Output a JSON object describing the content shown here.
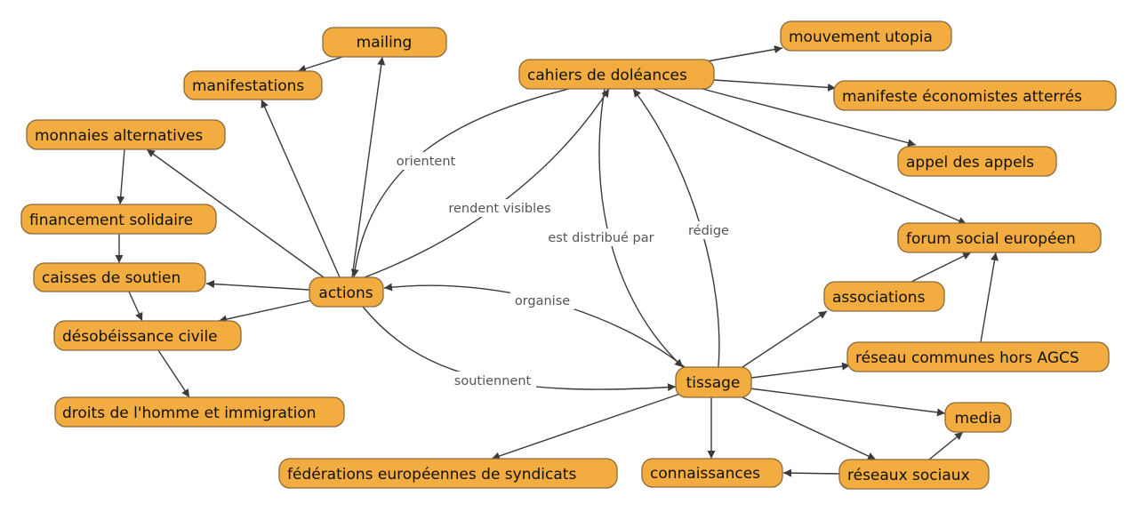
{
  "colors": {
    "node_fill": "#f2ac3f",
    "node_stroke": "#8a6a3a",
    "edge": "#3a3a3a",
    "label": "#555555"
  },
  "nodes": [
    {
      "id": "mailing",
      "label": "mailing"
    },
    {
      "id": "manifestations",
      "label": "manifestations"
    },
    {
      "id": "monnaies",
      "label": "monnaies alternatives"
    },
    {
      "id": "financement",
      "label": "financement solidaire"
    },
    {
      "id": "caisses",
      "label": "caisses de soutien"
    },
    {
      "id": "actions",
      "label": "actions"
    },
    {
      "id": "desobeissance",
      "label": "désobéissance civile"
    },
    {
      "id": "droits",
      "label": "droits de l'homme et immigration"
    },
    {
      "id": "federations",
      "label": "fédérations européennes de syndicats"
    },
    {
      "id": "cahiers",
      "label": "cahiers de doléances"
    },
    {
      "id": "utopia",
      "label": "mouvement utopia"
    },
    {
      "id": "manifeste",
      "label": "manifeste économistes atterrés"
    },
    {
      "id": "appel",
      "label": "appel des appels"
    },
    {
      "id": "forum",
      "label": "forum social européen"
    },
    {
      "id": "associations",
      "label": "associations"
    },
    {
      "id": "reseau_communes",
      "label": "réseau communes hors AGCS"
    },
    {
      "id": "tissage",
      "label": "tissage"
    },
    {
      "id": "media",
      "label": "media"
    },
    {
      "id": "connaissances",
      "label": "connaissances"
    },
    {
      "id": "reseaux_sociaux",
      "label": "réseaux sociaux"
    }
  ],
  "edges": [
    {
      "id": "e1",
      "from": "actions",
      "to": "mailing",
      "label": ""
    },
    {
      "id": "e2",
      "from": "mailing",
      "to": "manifestations",
      "label": ""
    },
    {
      "id": "e3",
      "from": "actions",
      "to": "manifestations",
      "label": ""
    },
    {
      "id": "e4",
      "from": "actions",
      "to": "monnaies",
      "label": ""
    },
    {
      "id": "e5",
      "from": "monnaies",
      "to": "financement",
      "label": ""
    },
    {
      "id": "e6",
      "from": "financement",
      "to": "caisses",
      "label": ""
    },
    {
      "id": "e7",
      "from": "actions",
      "to": "caisses",
      "label": ""
    },
    {
      "id": "e8",
      "from": "caisses",
      "to": "desobeissance",
      "label": ""
    },
    {
      "id": "e9",
      "from": "actions",
      "to": "desobeissance",
      "label": ""
    },
    {
      "id": "e10",
      "from": "desobeissance",
      "to": "droits",
      "label": ""
    },
    {
      "id": "e11",
      "from": "cahiers",
      "to": "actions",
      "label": "orientent"
    },
    {
      "id": "e12",
      "from": "actions",
      "to": "cahiers",
      "label": "rendent visibles"
    },
    {
      "id": "e13",
      "from": "tissage",
      "to": "actions",
      "label": "organise"
    },
    {
      "id": "e14",
      "from": "actions",
      "to": "tissage",
      "label": "soutiennent"
    },
    {
      "id": "e15",
      "from": "cahiers",
      "to": "tissage",
      "label": "est distribué par"
    },
    {
      "id": "e16",
      "from": "tissage",
      "to": "cahiers",
      "label": "rédige"
    },
    {
      "id": "e17",
      "from": "cahiers",
      "to": "utopia",
      "label": ""
    },
    {
      "id": "e18",
      "from": "cahiers",
      "to": "manifeste",
      "label": ""
    },
    {
      "id": "e19",
      "from": "cahiers",
      "to": "appel",
      "label": ""
    },
    {
      "id": "e20",
      "from": "cahiers",
      "to": "forum",
      "label": ""
    },
    {
      "id": "e21",
      "from": "tissage",
      "to": "associations",
      "label": ""
    },
    {
      "id": "e22",
      "from": "associations",
      "to": "forum",
      "label": ""
    },
    {
      "id": "e23",
      "from": "tissage",
      "to": "reseau_communes",
      "label": ""
    },
    {
      "id": "e24",
      "from": "reseau_communes",
      "to": "forum",
      "label": ""
    },
    {
      "id": "e25",
      "from": "tissage",
      "to": "media",
      "label": ""
    },
    {
      "id": "e26",
      "from": "tissage",
      "to": "reseaux_sociaux",
      "label": ""
    },
    {
      "id": "e27",
      "from": "reseaux_sociaux",
      "to": "media",
      "label": ""
    },
    {
      "id": "e28",
      "from": "reseaux_sociaux",
      "to": "connaissances",
      "label": ""
    },
    {
      "id": "e29",
      "from": "tissage",
      "to": "connaissances",
      "label": ""
    },
    {
      "id": "e30",
      "from": "tissage",
      "to": "federations",
      "label": ""
    }
  ]
}
